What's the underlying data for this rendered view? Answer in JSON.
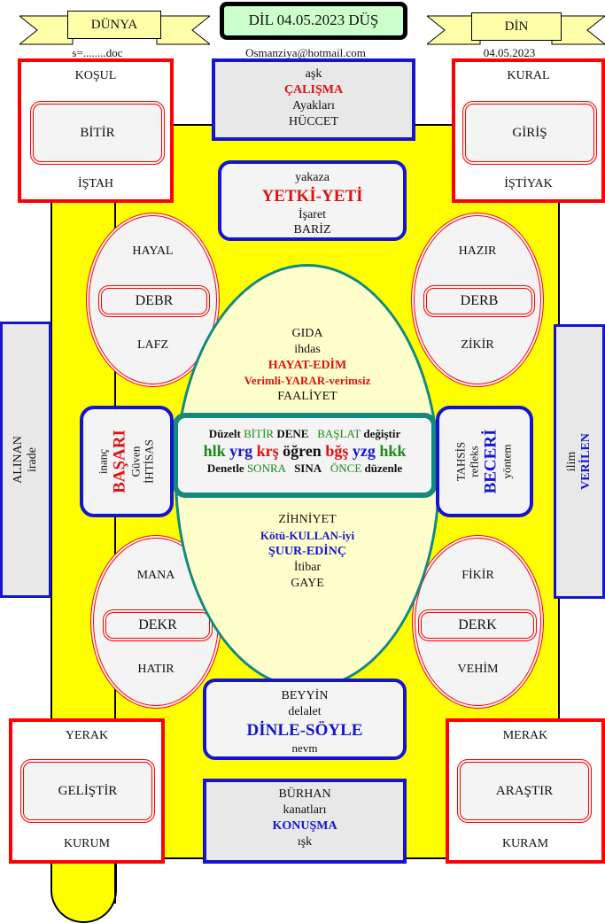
{
  "header": {
    "left_banner": "DÜNYA",
    "title": "DİL 04.05.2023 DÜŞ",
    "right_banner": "DİN",
    "file": "s=........doc",
    "email": "Osmanziya@hotmail.com",
    "date": "04.05.2023"
  },
  "top_left": {
    "top": "KOŞUL",
    "center": "BİTİR",
    "bottom": "İŞTAH"
  },
  "top_right": {
    "top": "KURAL",
    "center": "GİRİŞ",
    "bottom": "İŞTİYAK"
  },
  "top_center": {
    "l1": "aşk",
    "l2": "ÇALIŞMA",
    "l3": "Ayakları",
    "l4": "HÜCCET"
  },
  "yetki": {
    "l1": "yakaza",
    "l2": "YETKİ-YETİ",
    "l3": "İşaret",
    "l4": "BARİZ"
  },
  "ell_tl": {
    "top": "HAYAL",
    "center": "DEBR",
    "bottom": "LAFZ"
  },
  "ell_tr": {
    "top": "HAZIR",
    "center": "DERB",
    "bottom": "ZİKİR"
  },
  "ell_bl": {
    "top": "MANA",
    "center": "DEKR",
    "bottom": "HATIR"
  },
  "ell_br": {
    "top": "FİKİR",
    "center": "DERK",
    "bottom": "VEHİM"
  },
  "center_top": {
    "l1": "GIDA",
    "l2": "ihdas",
    "l3": "HAYAT-EDİM",
    "l4": "Verimli-YARAR-verimsiz",
    "l5": "FAALİYET"
  },
  "center_bottom": {
    "l1": "ZİHNİYET",
    "l2": "Kötü-KULLAN-iyi",
    "l3": "ŞUUR-EDİNÇ",
    "l4": "İtibar",
    "l5": "GAYE"
  },
  "core": {
    "r1": [
      "Düzelt",
      "BİTİR",
      "DENE",
      "BAŞLAT",
      "değiştir"
    ],
    "r2": [
      "hlk",
      "yrg",
      "krş",
      "öğren",
      "bğş",
      "yzg",
      "hkk"
    ],
    "r3": [
      "Denetle",
      "SONRA",
      "SINA",
      "ÖNCE",
      "düzenle"
    ]
  },
  "left_mid": {
    "l1": "inanç",
    "l2": "BAŞARI",
    "l3": "Güven",
    "l4": "İHTİSAS"
  },
  "right_mid": {
    "l1": "TAHSİS",
    "l2": "refleks",
    "l3": "BECERİ",
    "l4": "yöntem"
  },
  "left_bar": {
    "l1": "ALINAN",
    "l2": "irade"
  },
  "right_bar": {
    "l1": "ilim",
    "l2": "VERİLEN"
  },
  "beyyin": {
    "l1": "BEYYİN",
    "l2": "delalet",
    "l3": "DİNLE-SÖYLE",
    "l4": "nevm"
  },
  "burhan": {
    "l1": "BÜRHAN",
    "l2": "kanatları",
    "l3": "KONUŞMA",
    "l4": "ışk"
  },
  "bottom_left": {
    "top": "YERAK",
    "center": "GELİŞTİR",
    "bottom": "KURUM"
  },
  "bottom_right": {
    "top": "MERAK",
    "center": "ARAŞTIR",
    "bottom": "KURAM"
  }
}
